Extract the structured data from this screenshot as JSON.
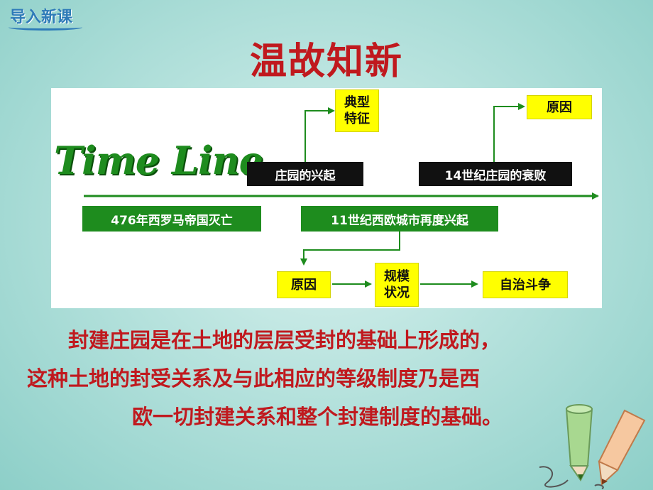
{
  "header": {
    "section_tag": "导入新课",
    "title": "温故知新"
  },
  "timeline": {
    "title": "Time  Line",
    "main_events": {
      "fall_of_rome": "476年西罗马帝国灭亡",
      "manor_rise": "庄园的兴起",
      "city_revival": "11世纪西欧城市再度兴起",
      "manor_decline": "14世纪庄园的衰败"
    },
    "branches": {
      "typical_features": "典型\n特征",
      "decline_cause": "原因",
      "city_cause": "原因",
      "scale_status": "规模\n状况",
      "self_rule_struggle": "自治斗争"
    }
  },
  "paragraph": {
    "line1": "封建庄园是在土地的层层受封的基础上形成的，",
    "line2": "这种土地的封受关系及与此相应的等级制度乃是西",
    "line3": "欧一切封建关系和整个封建制度的基础。"
  },
  "colors": {
    "title_red": "#c0191e",
    "timeline_green": "#1e8c1e",
    "box_yellow": "#ffff00",
    "box_dark": "#111111",
    "tag_blue": "#2e7bb8"
  },
  "icons": [
    "green-pencil-icon",
    "orange-pencil-icon"
  ]
}
